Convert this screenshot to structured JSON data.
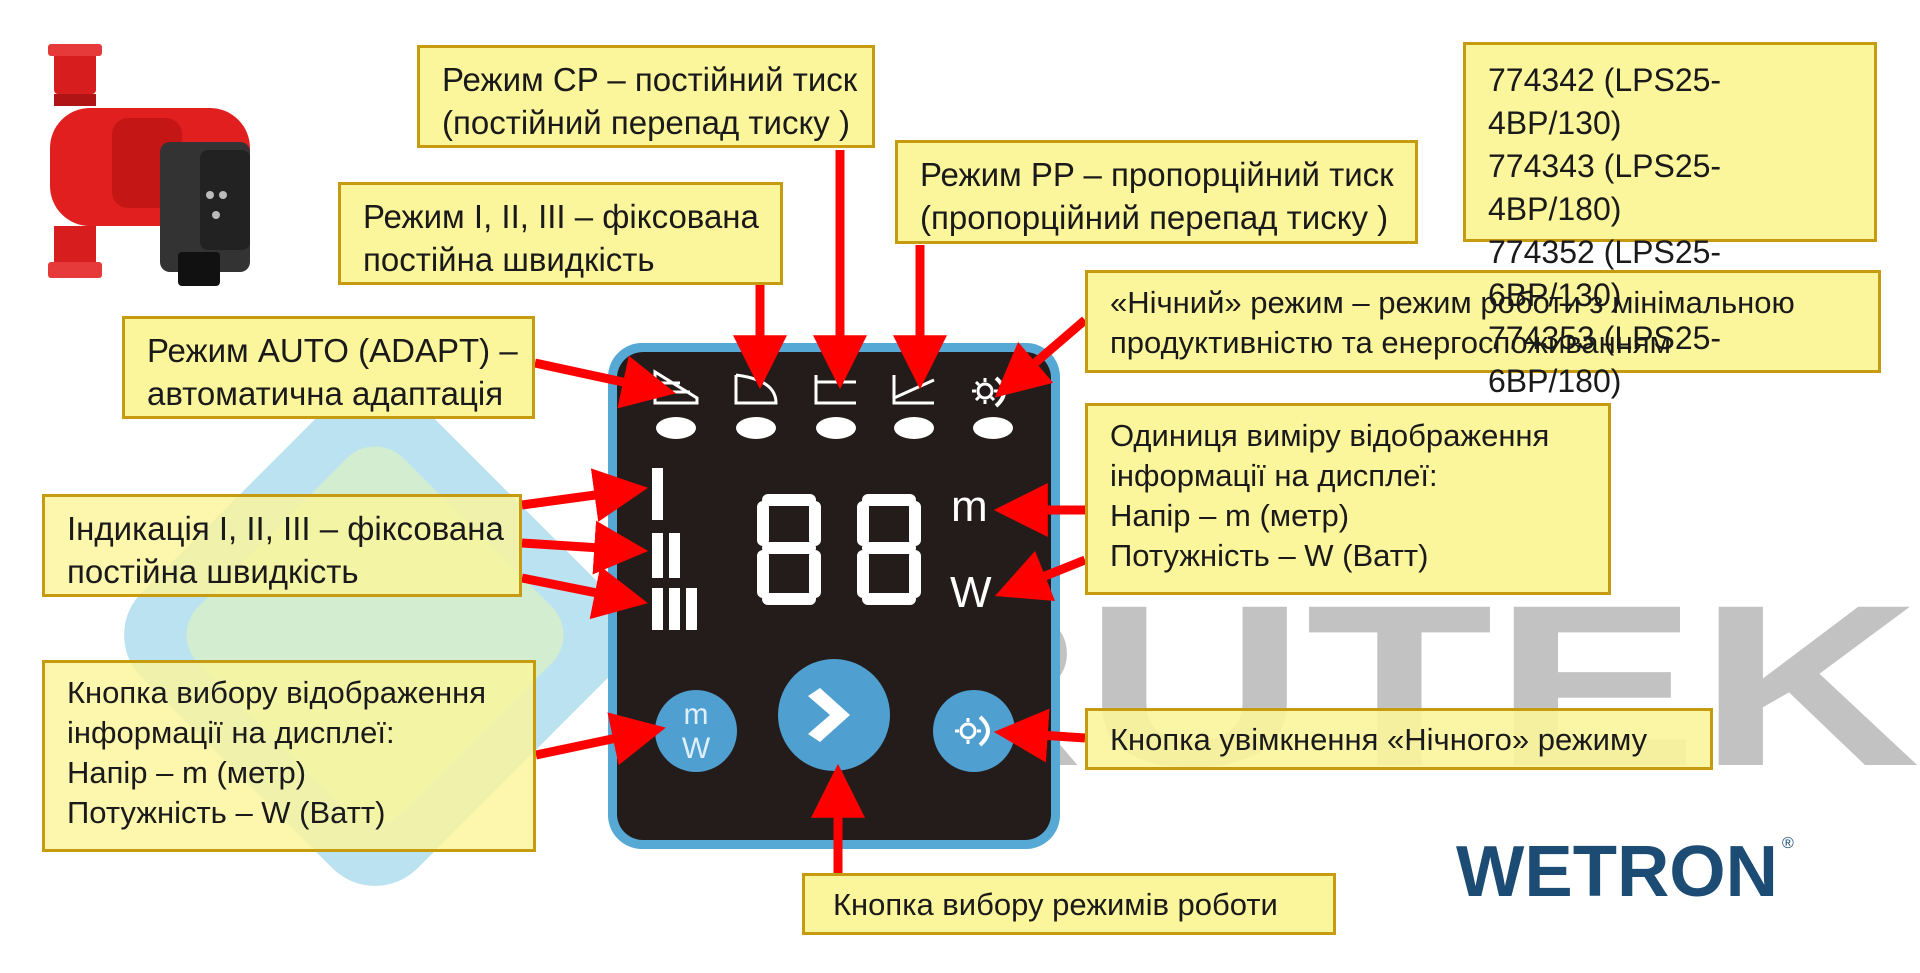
{
  "callouts": {
    "cp_mode": [
      "Режим CP – постійний тиск",
      "(постійний перепад тиску )"
    ],
    "pp_mode": [
      "Режим PP – пропорційний тиск",
      "(пропорційний перепад тиску )"
    ],
    "fixed_mode": [
      "Режим I, II, III – фіксована",
      "постійна швидкість"
    ],
    "auto_mode": [
      "Режим AUTO (ADAPT) –",
      "автоматична адаптація"
    ],
    "night_mode": [
      "«Нічний» режим – режим роботи з мінімальною",
      "продуктивністю та енергоспоживанням"
    ],
    "units": [
      "Одиниця виміру відображення",
      "інформації на дисплеї:",
      "Напір – m (метр)",
      "Потужність – W (Ватт)"
    ],
    "speed_indication": [
      "Індикація I, II, III – фіксована",
      "постійна швидкість"
    ],
    "display_button": [
      "Кнопка вибору відображення",
      "інформації на дисплеї:",
      "Напір – m (метр)",
      "Потужність – W (Ватт)"
    ],
    "night_button": "Кнопка увімкнення «Нічного» режиму",
    "mode_button": "Кнопка вибору режимів роботи"
  },
  "models": [
    "774342 (LPS25-4BP/130)",
    "774343 (LPS25-4BP/180)",
    "774352 (LPS25-6BP/130)",
    "774353 (LPS25-6BP/180)"
  ],
  "panel": {
    "digits": "88",
    "unit_m": "m",
    "unit_w": "W",
    "button_m": "m",
    "button_w": "W"
  },
  "watermark": "BRUTEK",
  "brand": {
    "name": "WETRON",
    "mark": "®"
  },
  "colors": {
    "callout_fill": "#fbf59b",
    "callout_border": "#c79b10",
    "arrow": "#ff0000",
    "panel_border": "#55a9d4",
    "panel_face": "#231c1a",
    "brand": "#1c4b73"
  }
}
